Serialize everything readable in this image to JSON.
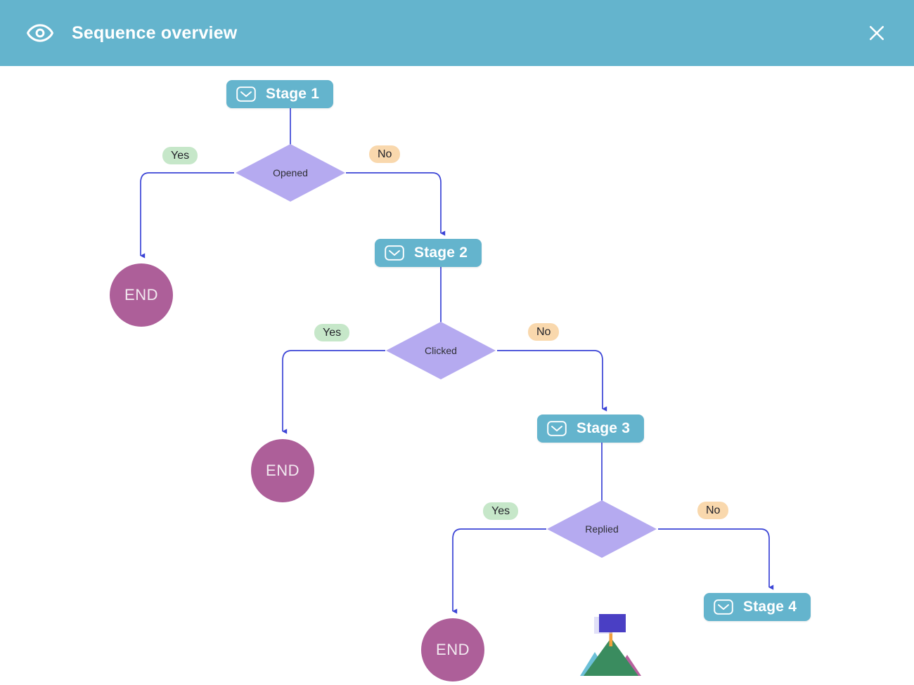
{
  "header": {
    "title": "Sequence overview",
    "eye_icon": "eye-icon",
    "close_icon": "close-icon",
    "background_color": "#64b4cd",
    "text_color": "#ffffff"
  },
  "colors": {
    "stage": "#64b4cd",
    "decision": "#b5aaf0",
    "end": "#ad5f99",
    "yes_badge": "#c6e7c9",
    "no_badge": "#f9d8ad",
    "edge": "#3b44d6",
    "canvas": "#ffffff"
  },
  "flow": {
    "stages": [
      {
        "id": "stage1",
        "label": "Stage 1",
        "icon": "envelope-icon"
      },
      {
        "id": "stage2",
        "label": "Stage 2",
        "icon": "envelope-icon"
      },
      {
        "id": "stage3",
        "label": "Stage 3",
        "icon": "envelope-icon"
      },
      {
        "id": "stage4",
        "label": "Stage 4",
        "icon": "envelope-icon"
      }
    ],
    "decisions": [
      {
        "id": "opened",
        "label": "Opened"
      },
      {
        "id": "clicked",
        "label": "Clicked"
      },
      {
        "id": "replied",
        "label": "Replied"
      }
    ],
    "ends": [
      {
        "id": "end1",
        "label": "END"
      },
      {
        "id": "end2",
        "label": "END"
      },
      {
        "id": "end3",
        "label": "END"
      }
    ],
    "branch_labels": {
      "yes": "Yes",
      "no": "No"
    },
    "branches": [
      {
        "from": "opened",
        "yes": "end1",
        "no": "stage2"
      },
      {
        "from": "clicked",
        "yes": "end2",
        "no": "stage3"
      },
      {
        "from": "replied",
        "yes": "end3",
        "no": "stage4"
      }
    ]
  },
  "watermark": {
    "name": "mountain-flag-logo",
    "colors": {
      "left_peak": "#6cc0d8",
      "center_peak": "#3a8c5f",
      "right_peak": "#b8619e",
      "pole": "#f2a03c",
      "flag": "#4a3fc4"
    }
  }
}
